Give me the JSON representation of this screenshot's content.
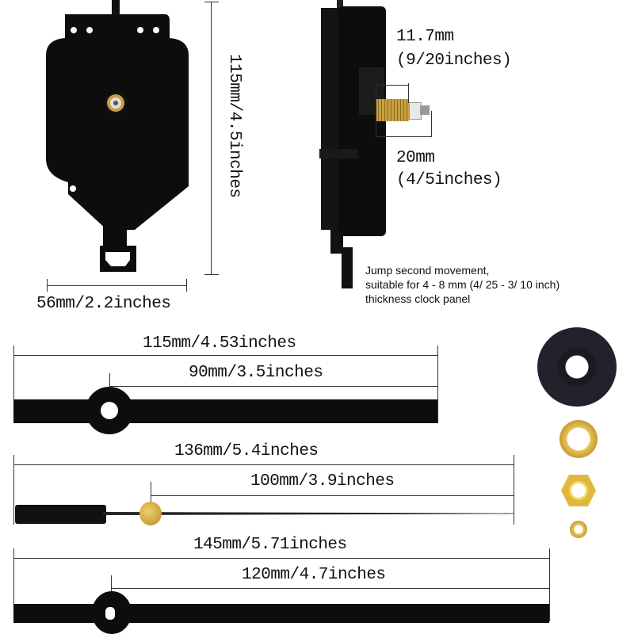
{
  "movement_front": {
    "height_label": "115mm/4.5inches",
    "width_label": "56mm/2.2inches"
  },
  "movement_side": {
    "thread_label_line1": "11.7mm",
    "thread_label_line2": "(9/20inches)",
    "shaft_label_line1": "20mm",
    "shaft_label_line2": "(4/5inches)",
    "note_line1": "Jump second movement,",
    "note_line2": "suitable for 4 - 8 mm (4/ 25 - 3/ 10 inch)",
    "note_line3": "thickness clock panel"
  },
  "hands": [
    {
      "name": "hour-hand",
      "total_label": "115mm/4.53inches",
      "tip_label": "90mm/3.5inches"
    },
    {
      "name": "second-hand",
      "total_label": "136mm/5.4inches",
      "tip_label": "100mm/3.9inches"
    },
    {
      "name": "minute-hand",
      "total_label": "145mm/5.71inches",
      "tip_label": "120mm/4.7inches"
    }
  ],
  "accessories": [
    "rubber-gasket",
    "brass-washer",
    "hex-nut",
    "small-washer"
  ],
  "colors": {
    "movement": "#0d0d0d",
    "brass": "#d9b24a",
    "line": "#333333",
    "gasket": "#1a1a22"
  }
}
